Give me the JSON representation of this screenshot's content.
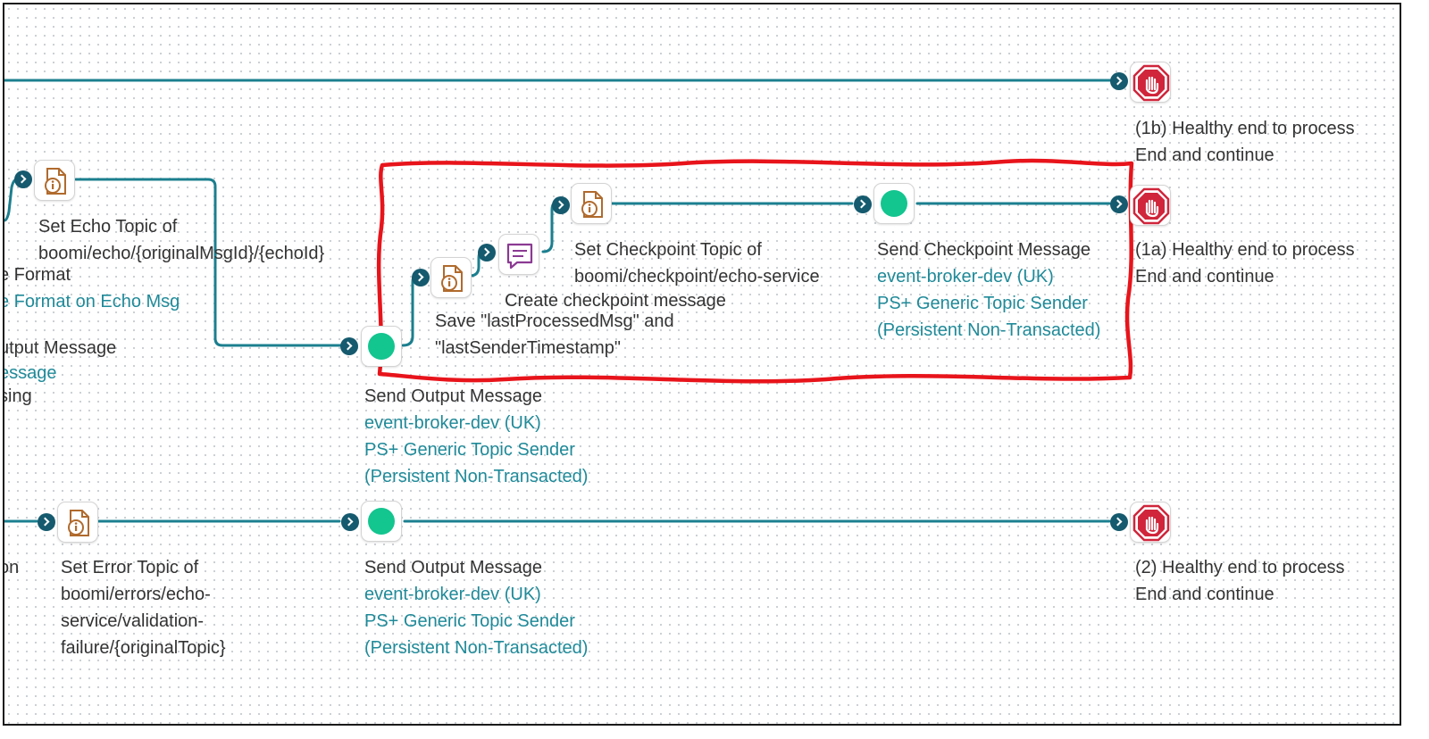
{
  "colors": {
    "wire": "#1b7f8f",
    "port": "#155a6e",
    "link_text": "#1f8a99",
    "stop": "#d0253b",
    "message": "#13c58f",
    "doc_props": "#b06a2c",
    "notify": "#8b3a93",
    "highlight": "#e8141b"
  },
  "top_end": {
    "icon": "stop-hand-icon",
    "title": "(1b) Healthy end to process",
    "subtitle": "End and continue"
  },
  "set_echo": {
    "icon": "document-properties-icon",
    "line1": "Set Echo Topic of",
    "line2": "boomi/echo/{originalMsgId}/{echoId}"
  },
  "left_cut": {
    "line1": "e Format",
    "line2": "e Format on Echo Msg",
    "line3": "utput Message",
    "line4": "essage",
    "line5": "sing",
    "line6": "on"
  },
  "send_output_1": {
    "icon": "message-icon",
    "title": "Send Output Message",
    "connection": "event-broker-dev (UK)",
    "operation": "PS+ Generic Topic Sender",
    "mode": "(Persistent Non-Transacted)"
  },
  "save_props": {
    "icon": "document-properties-icon",
    "line1": "Save \"lastProcessedMsg\" and",
    "line2": "\"lastSenderTimestamp\""
  },
  "create_checkpoint": {
    "icon": "notify-message-icon",
    "label": "Create checkpoint message"
  },
  "set_checkpoint": {
    "icon": "document-properties-icon",
    "line1": "Set Checkpoint Topic of",
    "line2": "boomi/checkpoint/echo-service"
  },
  "send_checkpoint": {
    "icon": "message-icon",
    "title": "Send Checkpoint Message",
    "connection": "event-broker-dev (UK)",
    "operation": "PS+ Generic Topic Sender",
    "mode": "(Persistent Non-Transacted)"
  },
  "end_1a": {
    "icon": "stop-hand-icon",
    "title": "(1a) Healthy end to process",
    "subtitle": "End and continue"
  },
  "set_error": {
    "icon": "document-properties-icon",
    "line1": "Set Error Topic of",
    "line2": "boomi/errors/echo-",
    "line3": "service/validation-",
    "line4": "failure/{originalTopic}"
  },
  "send_output_2": {
    "icon": "message-icon",
    "title": "Send Output Message",
    "connection": "event-broker-dev (UK)",
    "operation": "PS+ Generic Topic Sender",
    "mode": "(Persistent Non-Transacted)"
  },
  "end_2": {
    "icon": "stop-hand-icon",
    "title": "(2) Healthy end to process",
    "subtitle": "End and continue"
  }
}
